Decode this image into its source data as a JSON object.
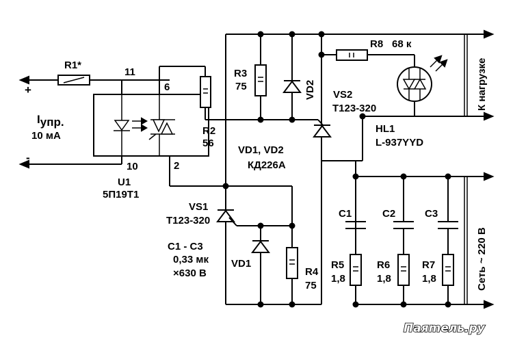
{
  "labels": {
    "r1": "R1*",
    "plus": "+",
    "minus": "-",
    "i_ctrl": "I",
    "i_ctrl_sub": "упр.",
    "i_ctrl_val": "10 мА",
    "pin11": "11",
    "pin6": "6",
    "pin10": "10",
    "pin2": "2",
    "u1": "U1",
    "u1_type": "5П19Т1",
    "r2": "R2",
    "r2_val": "56",
    "r3": "R3",
    "r3_val": "75",
    "vd2": "VD2",
    "vd_pair": "VD1,  VD2",
    "vd_type": "КД226А",
    "r8": "R8",
    "r8_val": "68 к",
    "vs2": "VS2",
    "vs2_type": "Т123-320",
    "hl1": "HL1",
    "hl1_type": "L-937YYD",
    "vs1": "VS1",
    "vs1_type": "Т123-320",
    "c_range": "C1 - C3",
    "c_val": "0,33 мк",
    "c_volt": "×630 В",
    "vd1": "VD1",
    "r4": "R4",
    "r4_val": "75",
    "c1": "C1",
    "c2": "C2",
    "c3": "C3",
    "r5": "R5",
    "r5_val": "1,8",
    "r6": "R6",
    "r6_val": "1,8",
    "r7": "R7",
    "r7_val": "1,8",
    "load": "К нагрузке",
    "mains": "Сеть ~ 220 В",
    "watermark": "Паяmель.ру"
  }
}
